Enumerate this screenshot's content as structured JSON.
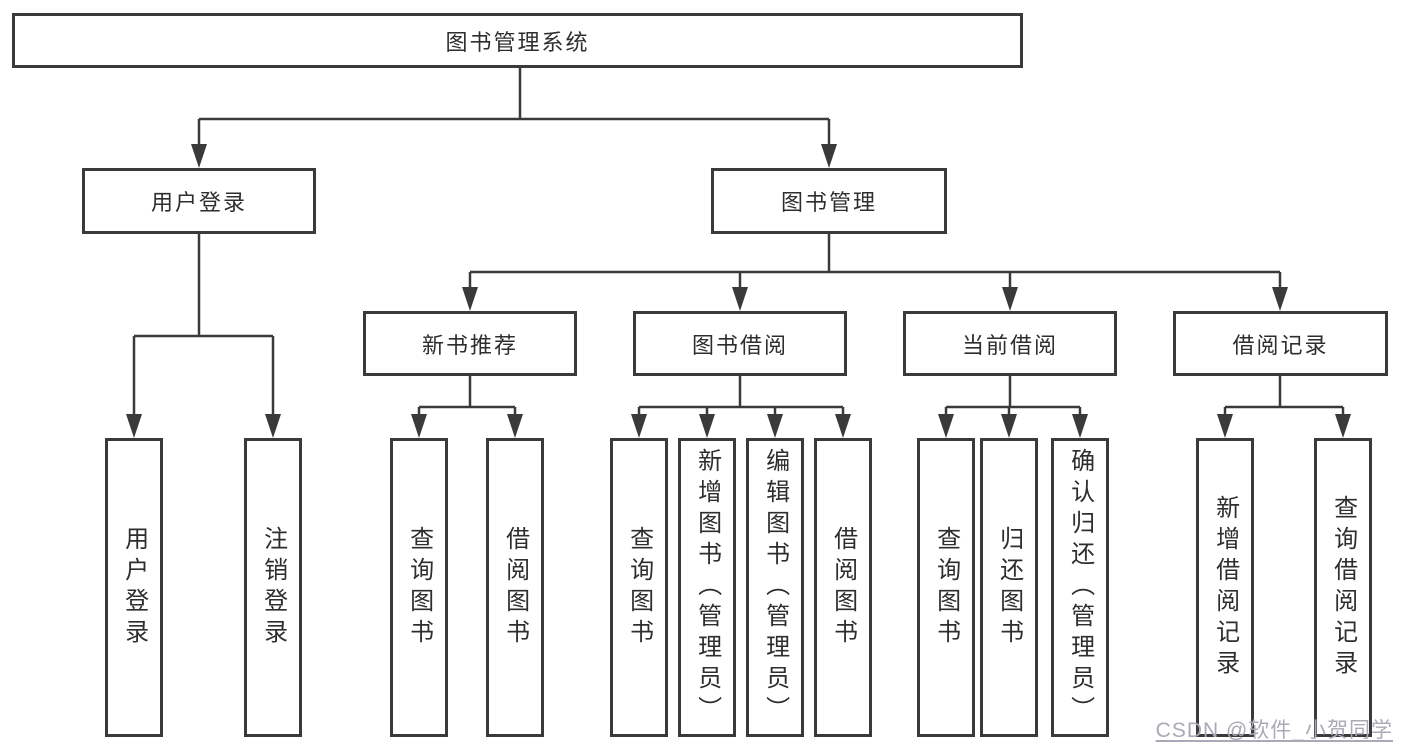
{
  "tree": {
    "root": {
      "label": "图书管理系统"
    },
    "branches": [
      {
        "label": "用户登录",
        "children": [
          {
            "label": "用户登录"
          },
          {
            "label": "注销登录"
          }
        ]
      },
      {
        "label": "图书管理",
        "children": [
          {
            "label": "新书推荐",
            "children": [
              {
                "label": "查询图书"
              },
              {
                "label": "借阅图书"
              }
            ]
          },
          {
            "label": "图书借阅",
            "children": [
              {
                "label": "查询图书"
              },
              {
                "label": "新增图书（管理员）"
              },
              {
                "label": "编辑图书（管理员）"
              },
              {
                "label": "借阅图书"
              }
            ]
          },
          {
            "label": "当前借阅",
            "children": [
              {
                "label": "查询图书"
              },
              {
                "label": "归还图书"
              },
              {
                "label": "确认归还（管理员）"
              }
            ]
          },
          {
            "label": "借阅记录",
            "children": [
              {
                "label": "新增借阅记录"
              },
              {
                "label": "查询借阅记录"
              }
            ]
          }
        ]
      }
    ]
  },
  "watermark": {
    "text": "CSDN @软件_小贺同学"
  },
  "colors": {
    "line": "#3a3a3a",
    "text": "#2e2e2e",
    "watermark": "#a9a9b8",
    "background": "#ffffff"
  }
}
